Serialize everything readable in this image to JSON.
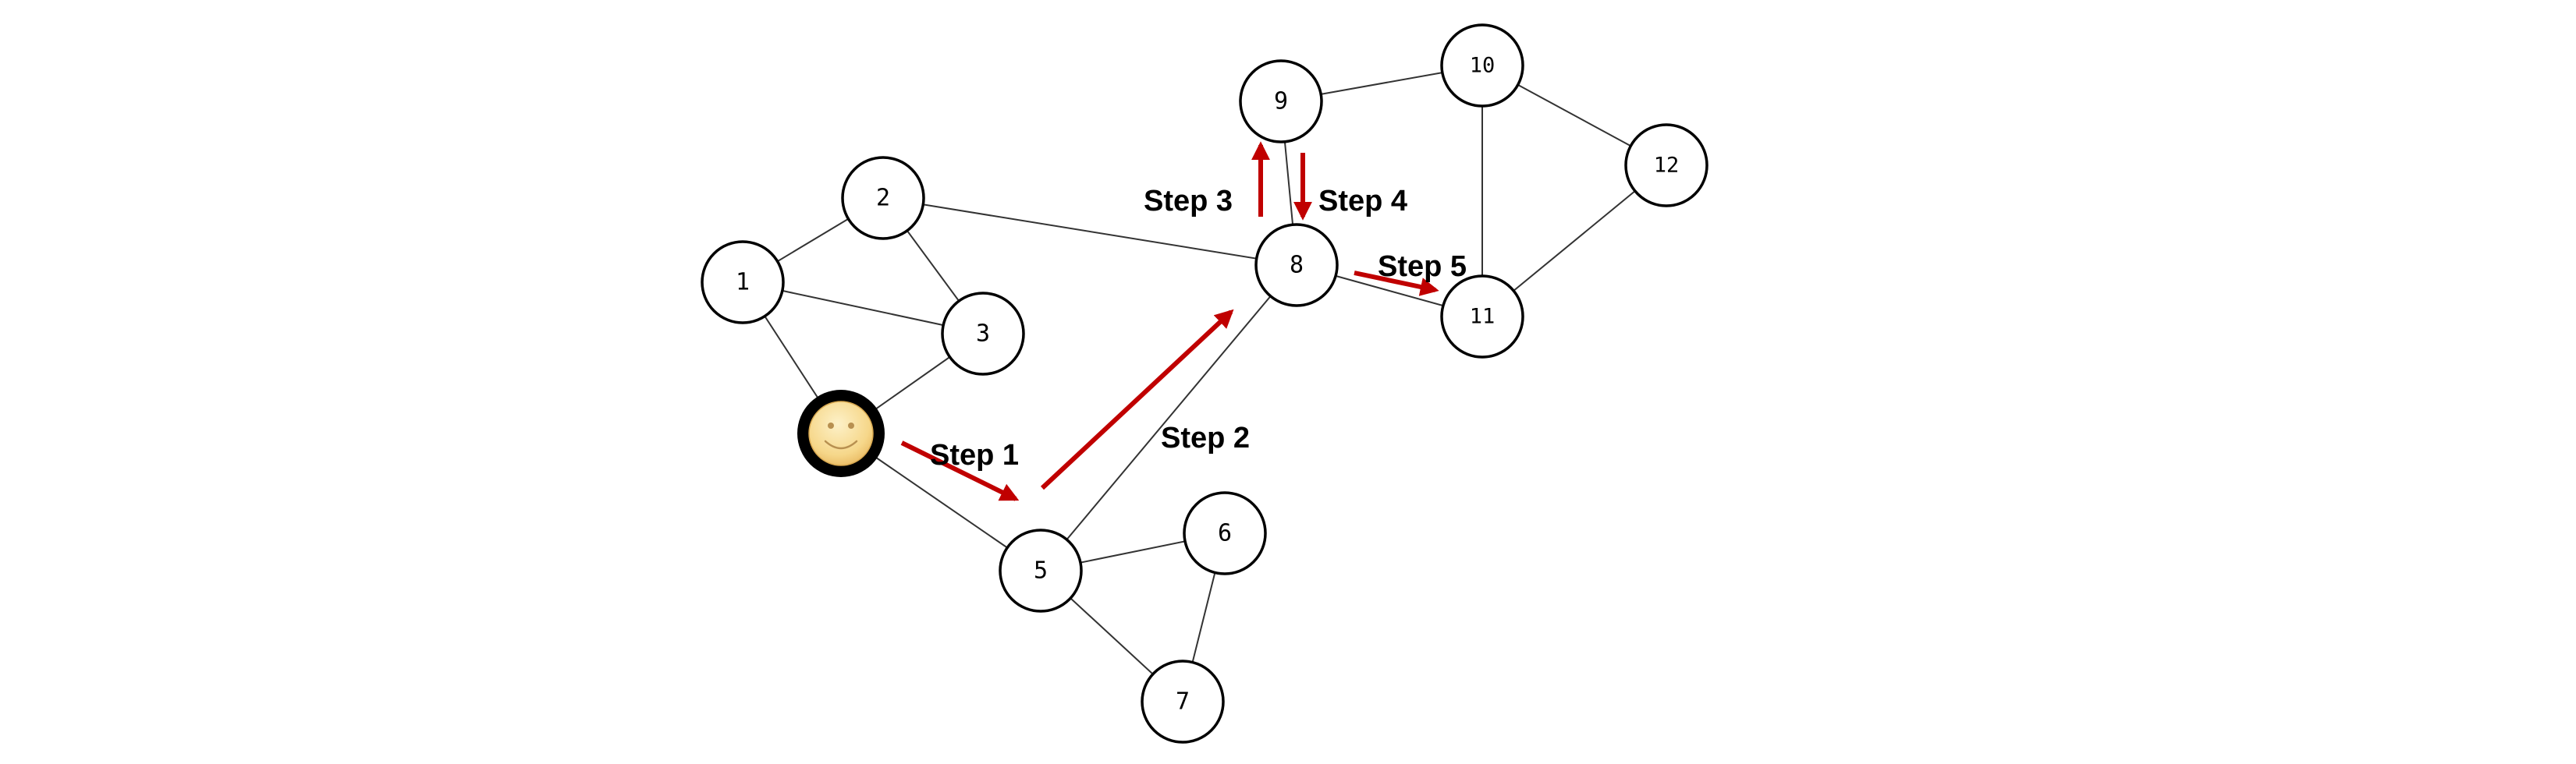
{
  "nodes": [
    {
      "id": "1",
      "label": "1"
    },
    {
      "id": "2",
      "label": "2"
    },
    {
      "id": "3",
      "label": "3"
    },
    {
      "id": "start",
      "label": "",
      "icon": "smiley-face-icon"
    },
    {
      "id": "5",
      "label": "5"
    },
    {
      "id": "6",
      "label": "6"
    },
    {
      "id": "7",
      "label": "7"
    },
    {
      "id": "8",
      "label": "8"
    },
    {
      "id": "9",
      "label": "9"
    },
    {
      "id": "10",
      "label": "10"
    },
    {
      "id": "11",
      "label": "11"
    },
    {
      "id": "12",
      "label": "12"
    }
  ],
  "edges": [
    [
      "1",
      "2"
    ],
    [
      "1",
      "3"
    ],
    [
      "2",
      "3"
    ],
    [
      "1",
      "start"
    ],
    [
      "3",
      "start"
    ],
    [
      "start",
      "5"
    ],
    [
      "5",
      "6"
    ],
    [
      "5",
      "7"
    ],
    [
      "6",
      "7"
    ],
    [
      "5",
      "8"
    ],
    [
      "2",
      "8"
    ],
    [
      "8",
      "9"
    ],
    [
      "8",
      "11"
    ],
    [
      "9",
      "10"
    ],
    [
      "10",
      "11"
    ],
    [
      "10",
      "12"
    ],
    [
      "11",
      "12"
    ]
  ],
  "steps": [
    {
      "label": "Step 1",
      "from": "start",
      "to": "5"
    },
    {
      "label": "Step 2",
      "from": "5",
      "to": "8"
    },
    {
      "label": "Step 3",
      "from": "8",
      "to": "9"
    },
    {
      "label": "Step 4",
      "from": "9",
      "to": "8"
    },
    {
      "label": "Step 5",
      "from": "8",
      "to": "11"
    }
  ],
  "colors": {
    "arrow": "#c00000",
    "edge": "#333333",
    "node_stroke": "#000000",
    "start_ring": "#000000",
    "smiley_face": "#f6d78a"
  }
}
